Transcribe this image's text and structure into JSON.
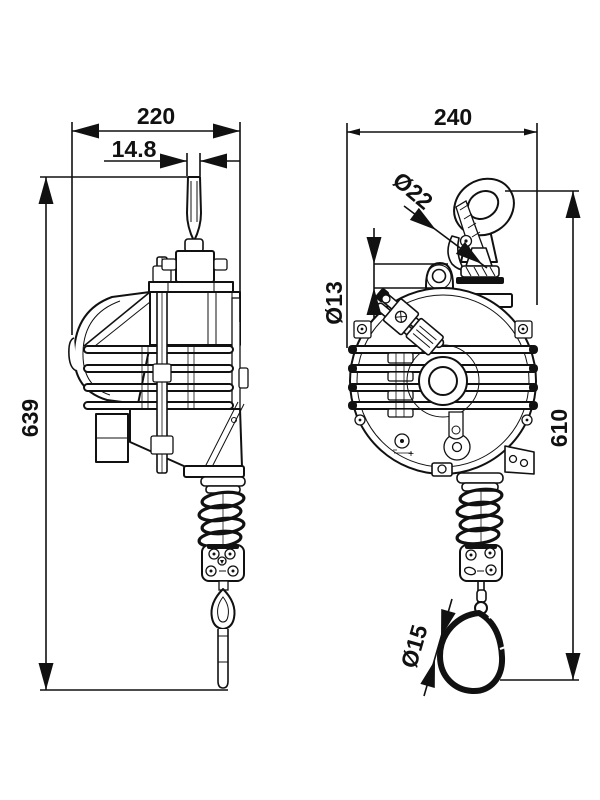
{
  "drawing": {
    "title": "Tool balancer technical drawing (two orthographic views)",
    "background": "#ffffff",
    "line_color": "#111111"
  },
  "dimensions": {
    "side_width": "220",
    "side_hook_width": "14.8",
    "side_height": "639",
    "front_width": "240",
    "hook_shank_diameter": "Ø22",
    "suspension_eye_diameter": "Ø13",
    "front_height": "610",
    "snap_hook_wire_diameter": "Ø15"
  }
}
